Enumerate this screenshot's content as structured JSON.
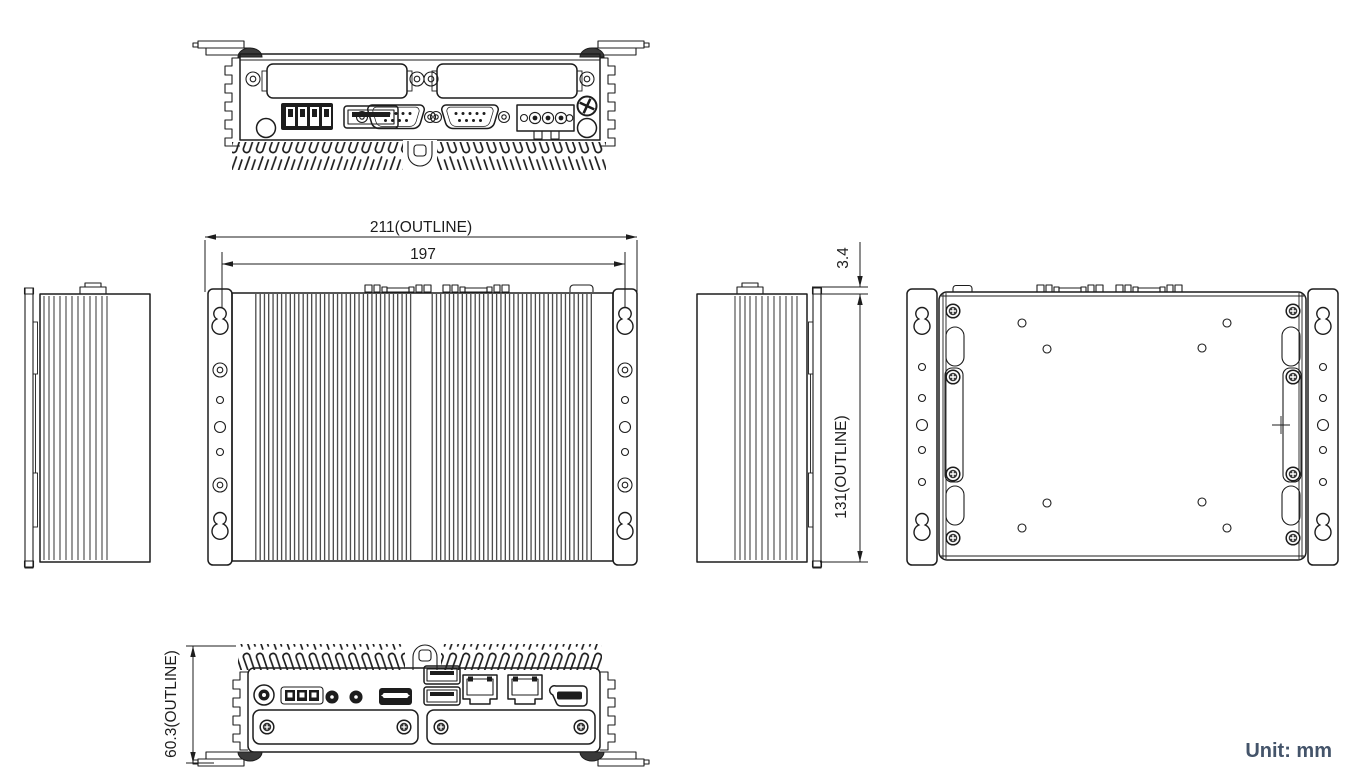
{
  "unit_label": "Unit: mm",
  "dimensions": {
    "top_width": "211(OUTLINE)",
    "mount_spacing": "197",
    "plate_offset": "3.4",
    "height": "131(OUTLINE)",
    "depth": "60.3(OUTLINE)"
  },
  "colors": {
    "line": "#1d1d1d",
    "unit_text": "#44546a",
    "background": "#ffffff"
  },
  "views": {
    "top": {
      "ports": [
        "expansion-slot-cover",
        "expansion-slot-cover",
        "dip-switch",
        "usb-port",
        "serial-port-db9",
        "serial-port-db9",
        "power-terminal-block",
        "grounding-screw"
      ]
    },
    "left_side": {
      "features": [
        "heatsink-fins",
        "mounting-plate-edge"
      ]
    },
    "front": {
      "features": [
        "heatsink-fins",
        "mounting-bracket",
        "mounting-bracket"
      ]
    },
    "right_side": {
      "features": [
        "heatsink-fins",
        "mounting-plate-edge"
      ]
    },
    "rear": {
      "features": [
        "mounting-plate",
        "mounting-bracket",
        "mounting-bracket",
        "screw-holes"
      ]
    },
    "bottom": {
      "ports": [
        "power-button",
        "indicator-block",
        "audio-jack",
        "audio-jack",
        "hdmi-port",
        "usb-port",
        "usb-port",
        "lan-port",
        "lan-port",
        "displayport",
        "expansion-slot-cover",
        "expansion-slot-cover"
      ]
    }
  }
}
